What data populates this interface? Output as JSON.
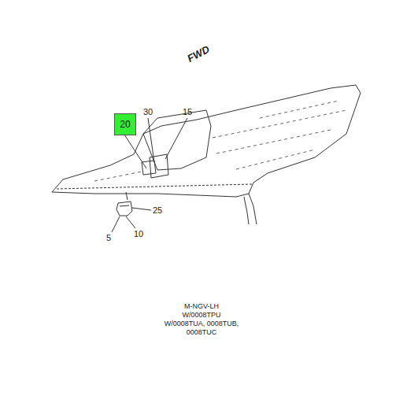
{
  "diagram": {
    "nodes": [
      {
        "text": [
          "20"
        ]
      }
    ],
    "labels": [
      "FWD",
      "30",
      "15",
      "25",
      "5",
      "10",
      "M-NGV-LH",
      "W/0008TPU",
      "W/0008TUA, 0008TUB,",
      "0008TUC"
    ]
  }
}
